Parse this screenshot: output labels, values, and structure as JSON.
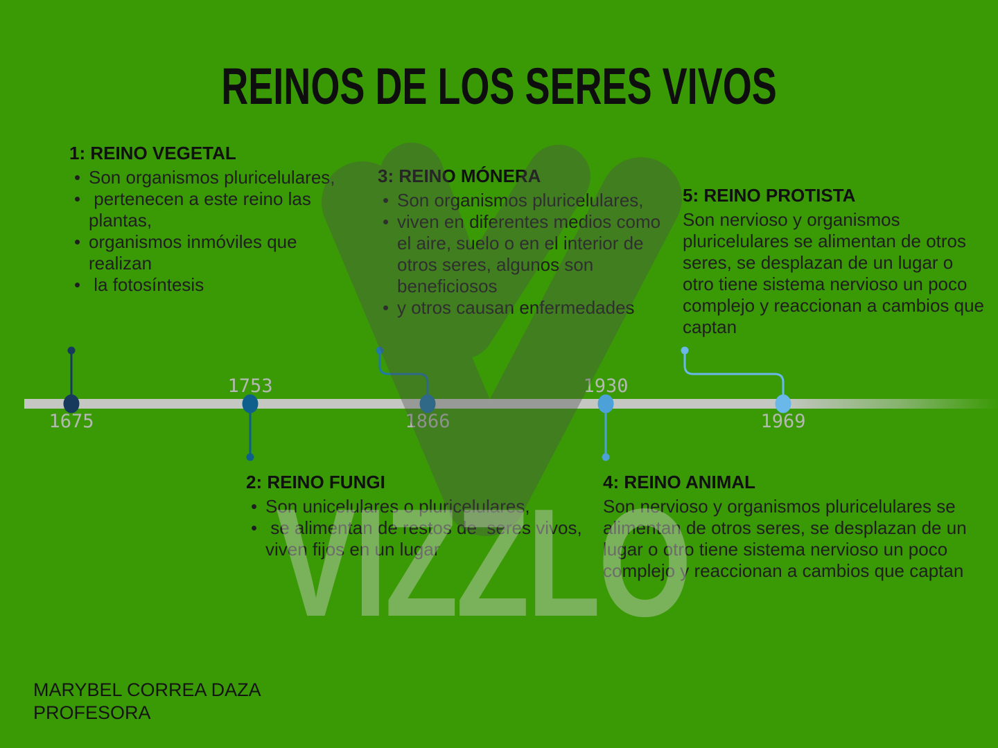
{
  "title": "REINOS DE LOS SERES VIVOS",
  "colors": {
    "background": "#3a9a05",
    "title_text": "#0e0e0e",
    "body_text": "#1f1f1f",
    "timeline_bar": "#c4c7c2",
    "year_label": "#b4b9b3",
    "watermark_logo": "#4d4d4d",
    "watermark_text": "#c9cdc3"
  },
  "sections": [
    {
      "heading": "1: REINO VEGETAL",
      "bullets": [
        "Son organismos pluricelulares,",
        " pertenecen a este reino las plantas,",
        "organismos inmóviles que realizan",
        " la fotosíntesis"
      ]
    },
    {
      "heading": "2: REINO FUNGI",
      "bullets": [
        "Son unicelulares o pluricelulares,",
        " se alimentan de restos de  seres vivos, viven fijos en un lugar"
      ]
    },
    {
      "heading": "3: REINO MÓNERA",
      "bullets": [
        "Son organismos pluricelulares,",
        "viven en diferentes medios como el aire, suelo o en el interior de otros seres, algunos son beneficiosos",
        "y otros causan enfermedades"
      ]
    },
    {
      "heading": "4: REINO ANIMAL",
      "paragraph": "Son nervioso y organismos pluricelulares se alimentan de otros seres, se desplazan de un lugar o otro tiene sistema nervioso un poco complejo y reaccionan a cambios que captan"
    },
    {
      "heading": "5: REINO PROTISTA",
      "paragraph": "Son nervioso y organismos pluricelulares se alimentan de otros seres, se desplazan de un lugar o otro tiene sistema nervioso un poco complejo y reaccionan a cambios que captan"
    }
  ],
  "timeline": {
    "events": [
      {
        "year": "1675",
        "color": "#17395c",
        "label_position": "below"
      },
      {
        "year": "1753",
        "color": "#0f5f8d",
        "label_position": "above"
      },
      {
        "year": "1866",
        "color": "#2178a9",
        "label_position": "below"
      },
      {
        "year": "1930",
        "color": "#4ba1d8",
        "label_position": "above"
      },
      {
        "year": "1969",
        "color": "#6ab7e9",
        "label_position": "below"
      }
    ]
  },
  "watermark": {
    "logo_icon": "vizzlo-checkmark-logo",
    "text": "VIZZLO"
  },
  "footer": {
    "line1": "MARYBEL CORREA DAZA",
    "line2": "PROFESORA"
  }
}
